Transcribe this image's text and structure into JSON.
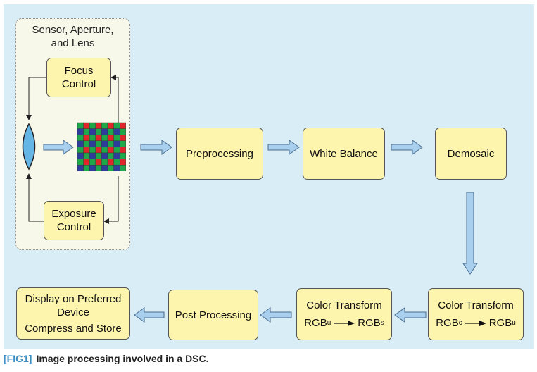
{
  "sensor_group": {
    "title": "Sensor, Aperture,\nand Lens"
  },
  "boxes": {
    "focus": "Focus\nControl",
    "exposure": "Exposure\nControl",
    "preprocessing": "Preprocessing",
    "white_balance": "White Balance",
    "demosaic": "Demosaic",
    "color_transform_1": {
      "title": "Color Transform",
      "from": "RGB",
      "from_sub": "c",
      "to": "RGB",
      "to_sub": "u"
    },
    "color_transform_2": {
      "title": "Color Transform",
      "from": "RGB",
      "from_sub": "u",
      "to": "RGB",
      "to_sub": "s"
    },
    "post_processing": "Post Processing",
    "display": {
      "line1": "Display on Preferred\nDevice",
      "line2": "Compress and Store"
    }
  },
  "caption": {
    "fig": "[FIG1]",
    "text": "Image processing involved in a DSC."
  },
  "colors": {
    "panel_bg": "#d9edf7",
    "box_fill": "#fdf5ad",
    "arrow_fill": "#a9cfee",
    "bayer_red": "#e0262b",
    "bayer_green": "#1fa84a",
    "bayer_blue": "#2e3d9a",
    "lens": "#64b6e6"
  }
}
